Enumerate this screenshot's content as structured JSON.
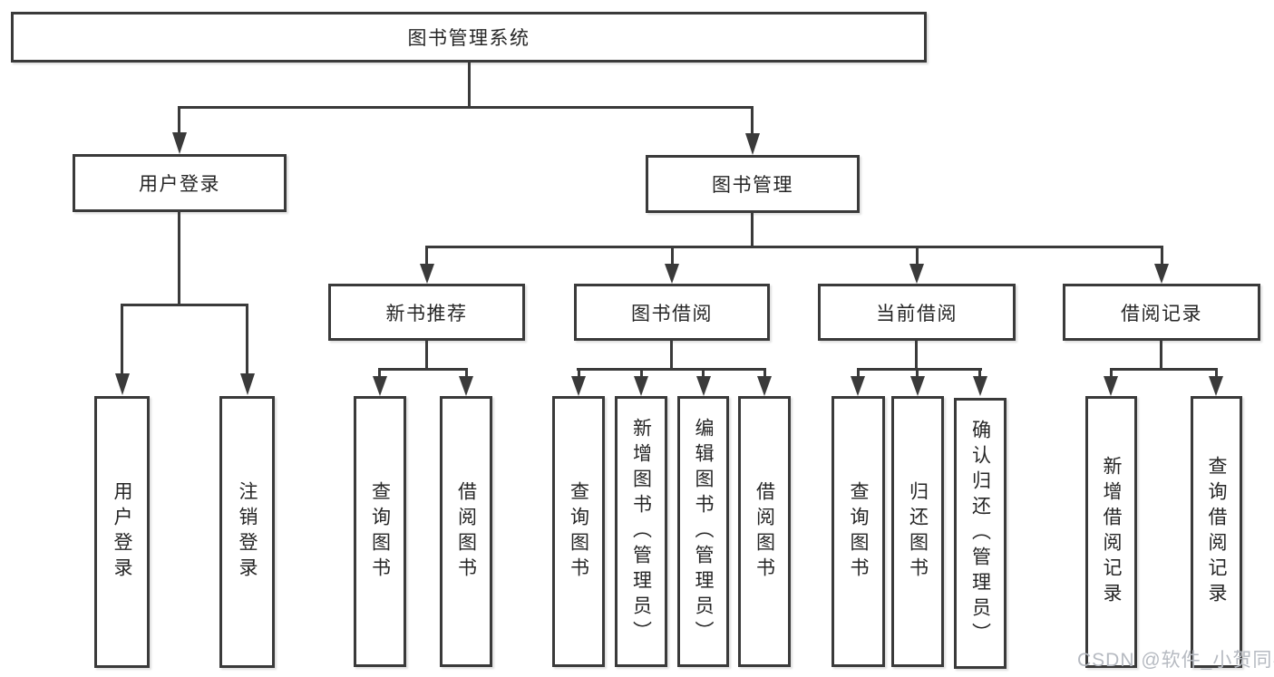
{
  "tree": {
    "root": {
      "label": "图书管理系统"
    },
    "children": [
      {
        "label": "用户登录",
        "children": [
          {
            "label": "用户登录"
          },
          {
            "label": "注销登录"
          }
        ]
      },
      {
        "label": "图书管理",
        "children": [
          {
            "label": "新书推荐",
            "children": [
              {
                "label": "查询图书"
              },
              {
                "label": "借阅图书"
              }
            ]
          },
          {
            "label": "图书借阅",
            "children": [
              {
                "label": "查询图书"
              },
              {
                "label": "新增图书（管理员）"
              },
              {
                "label": "编辑图书（管理员）"
              },
              {
                "label": "借阅图书"
              }
            ]
          },
          {
            "label": "当前借阅",
            "children": [
              {
                "label": "查询图书"
              },
              {
                "label": "归还图书"
              },
              {
                "label": "确认归还（管理员）"
              }
            ]
          },
          {
            "label": "借阅记录",
            "children": [
              {
                "label": "新增借阅记录"
              },
              {
                "label": "查询借阅记录"
              }
            ]
          }
        ]
      }
    ]
  },
  "watermark": {
    "text": "CSDN @软件_小贺同学"
  },
  "colors": {
    "line": "#3a3a3a",
    "text": "#262626",
    "background": "#ffffff",
    "watermark": "#b6bac1"
  }
}
